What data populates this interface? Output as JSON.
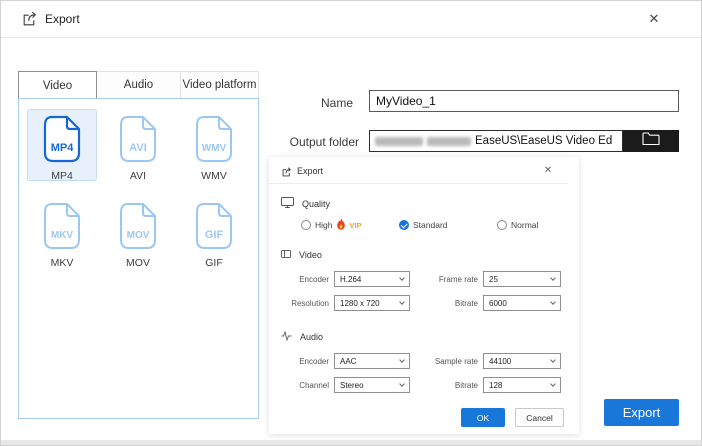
{
  "window": {
    "title": "Export",
    "close_glyph": "✕"
  },
  "tabs": [
    {
      "label": "Video",
      "active": true
    },
    {
      "label": "Audio",
      "active": false
    },
    {
      "label": "Video platform",
      "active": false
    }
  ],
  "formats": [
    {
      "label": "MP4",
      "selected": true
    },
    {
      "label": "AVI",
      "selected": false
    },
    {
      "label": "WMV",
      "selected": false
    },
    {
      "label": "MKV",
      "selected": false
    },
    {
      "label": "MOV",
      "selected": false
    },
    {
      "label": "GIF",
      "selected": false
    }
  ],
  "form": {
    "name_label": "Name",
    "name_value": "MyVideo_1",
    "output_label": "Output folder",
    "output_path_visible": "EaseUS\\EaseUS Video Ed"
  },
  "modal": {
    "title": "Export",
    "close_glyph": "✕",
    "quality": {
      "heading": "Quality",
      "high_label": "High",
      "vip_badge": "VIP",
      "standard_label": "Standard",
      "normal_label": "Normal"
    },
    "video": {
      "heading": "Video",
      "encoder_label": "Encoder",
      "encoder_value": "H.264",
      "framerate_label": "Frame rate",
      "framerate_value": "25",
      "resolution_label": "Resolution",
      "resolution_value": "1280 x 720",
      "bitrate_label": "Bitrate",
      "bitrate_value": "6000"
    },
    "audio": {
      "heading": "Audio",
      "encoder_label": "Encoder",
      "encoder_value": "AAC",
      "samplerate_label": "Sample rate",
      "samplerate_value": "44100",
      "channel_label": "Channel",
      "channel_value": "Stereo",
      "bitrate_label": "Bitrate",
      "bitrate_value": "128"
    },
    "ok_label": "OK",
    "cancel_label": "Cancel"
  },
  "export_button_label": "Export",
  "colors": {
    "accent_blue": "#1877d8",
    "selected_card_bg": "#e8f1fb",
    "format_icon_active": "#1568d6",
    "format_icon_inactive": "#9cc7f3",
    "vip_orange": "#f2a31d",
    "flame_red": "#ee4323"
  }
}
